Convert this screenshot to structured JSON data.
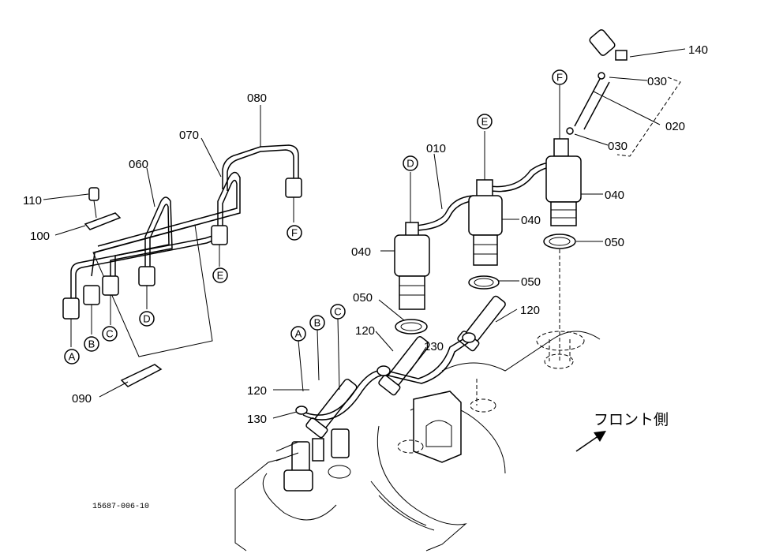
{
  "part_labels": {
    "p010": "010",
    "p020": "020",
    "p030a": "030",
    "p030b": "030",
    "p040a": "040",
    "p040b": "040",
    "p040c": "040",
    "p050a": "050",
    "p050b": "050",
    "p050c": "050",
    "p060": "060",
    "p070": "070",
    "p080": "080",
    "p090": "090",
    "p100": "100",
    "p110": "110",
    "p120a": "120",
    "p120b": "120",
    "p120c": "120",
    "p130a": "130",
    "p130b": "130",
    "p140": "140"
  },
  "connection_letters": {
    "a1": "A",
    "b1": "B",
    "c1": "C",
    "d1": "D",
    "e1": "E",
    "f1": "F",
    "a2": "A",
    "b2": "B",
    "c2": "C",
    "d2": "D",
    "e2": "E",
    "f2": "F"
  },
  "front_side_label": "フロント側",
  "drawing_number": "15687-006-10"
}
